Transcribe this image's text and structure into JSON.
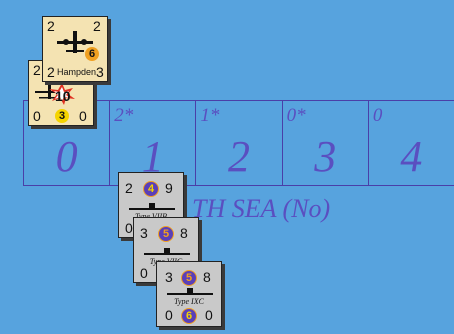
{
  "sea_zone": {
    "label": "TH SEA (No)",
    "boxes": [
      {
        "top": "",
        "big": "0"
      },
      {
        "top": "2*",
        "big": "1"
      },
      {
        "top": "1*",
        "big": "2"
      },
      {
        "top": "0*",
        "big": "3"
      },
      {
        "top": "0",
        "big": "4"
      }
    ]
  },
  "counters": {
    "hampden": {
      "tl": "2",
      "tr": "2",
      "bl": "2",
      "name": "Hampden",
      "br": "3",
      "badge": "6"
    },
    "bomber2": {
      "tl": "2",
      "mid": "10",
      "bl": "0",
      "bc": "3",
      "br": "0"
    },
    "type_viib": {
      "tl": "2",
      "tc": "4",
      "tr": "9",
      "name": "Type VIIB",
      "bl": "0"
    },
    "type_viic": {
      "tl": "3",
      "tc": "5",
      "tr": "8",
      "name": "Type VIIC",
      "bl": "0"
    },
    "type_ixc": {
      "tl": "3",
      "tc": "5",
      "tr": "8",
      "name": "Type IXC",
      "bl": "0",
      "bc": "6",
      "br": "0"
    }
  },
  "colors": {
    "sea": "#57a3de",
    "box_text": "#5a4fc0",
    "plane_counter": "#f4e3b2",
    "sub_counter": "#c9c9c9",
    "badge_orange": "#f0a020",
    "badge_purple": "#5a3fb8",
    "badge_yellow": "#f5d400"
  }
}
